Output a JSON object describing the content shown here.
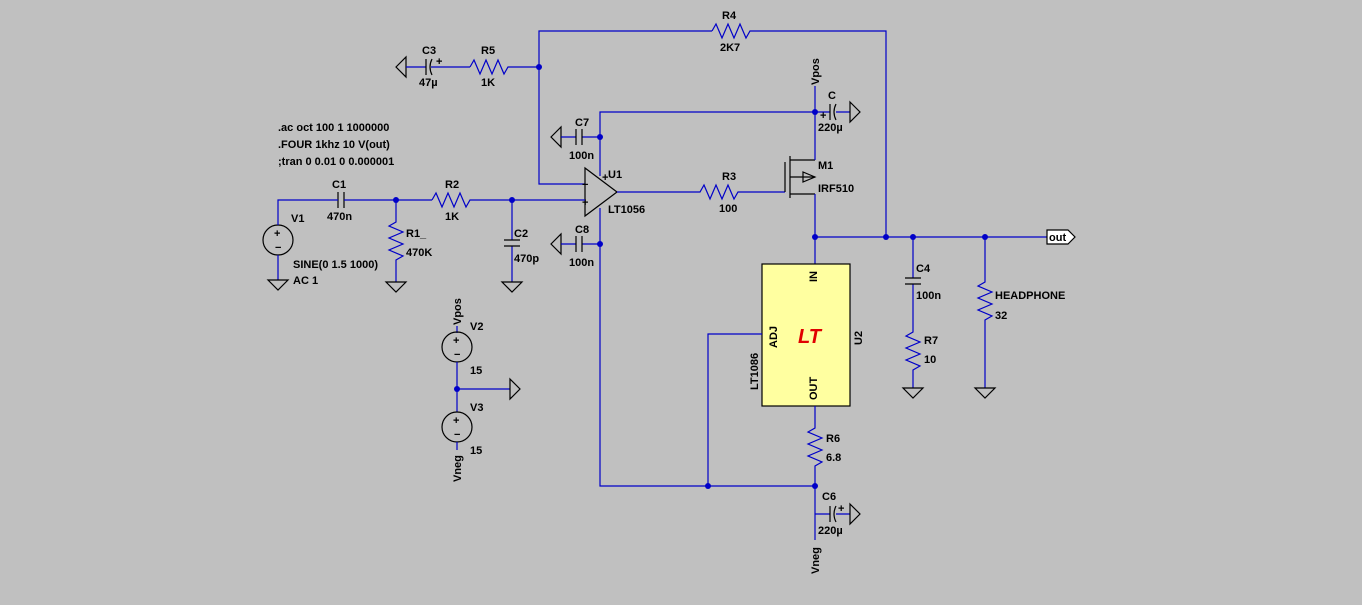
{
  "directives": [
    ".ac oct 100 1 1000000",
    ".FOUR 1khz 10 V(out)",
    ";tran 0 0.01 0 0.000001"
  ],
  "components": {
    "c3": {
      "name": "C3",
      "value": "47µ"
    },
    "r5": {
      "name": "R5",
      "value": "1K"
    },
    "r4": {
      "name": "R4",
      "value": "2K7"
    },
    "c7": {
      "name": "C7",
      "value": "100n"
    },
    "c8": {
      "name": "C8",
      "value": "100n"
    },
    "c": {
      "name": "C",
      "value": "220µ"
    },
    "c1": {
      "name": "C1",
      "value": "470n"
    },
    "r2": {
      "name": "R2",
      "value": "1K"
    },
    "c2": {
      "name": "C2",
      "value": "470p"
    },
    "r1": {
      "name": "R1_",
      "value": "470K"
    },
    "v1": {
      "name": "V1",
      "value": "SINE(0 1.5 1000)",
      "value2": "AC 1"
    },
    "u1": {
      "name": "U1",
      "value": "LT1056"
    },
    "r3": {
      "name": "R3",
      "value": "100"
    },
    "m1": {
      "name": "M1",
      "value": "IRF510"
    },
    "u2": {
      "name": "U2",
      "value": "LT1086",
      "pin_in": "IN",
      "pin_adj": "ADJ",
      "pin_out": "OUT"
    },
    "c4": {
      "name": "C4",
      "value": "100n"
    },
    "r7": {
      "name": "R7",
      "value": "10"
    },
    "hp": {
      "name": "HEADPHONE",
      "value": "32"
    },
    "r6": {
      "name": "R6",
      "value": "6.8"
    },
    "c6": {
      "name": "C6",
      "value": "220µ"
    },
    "v2": {
      "name": "V2",
      "value": "15"
    },
    "v3": {
      "name": "V3",
      "value": "15"
    }
  },
  "nets": {
    "vpos": "Vpos",
    "vneg": "Vneg",
    "out": "out"
  },
  "symbols": {
    "plus": "+",
    "minus": "−"
  },
  "logo": {
    "text": "LT",
    "color": "#e00000"
  }
}
